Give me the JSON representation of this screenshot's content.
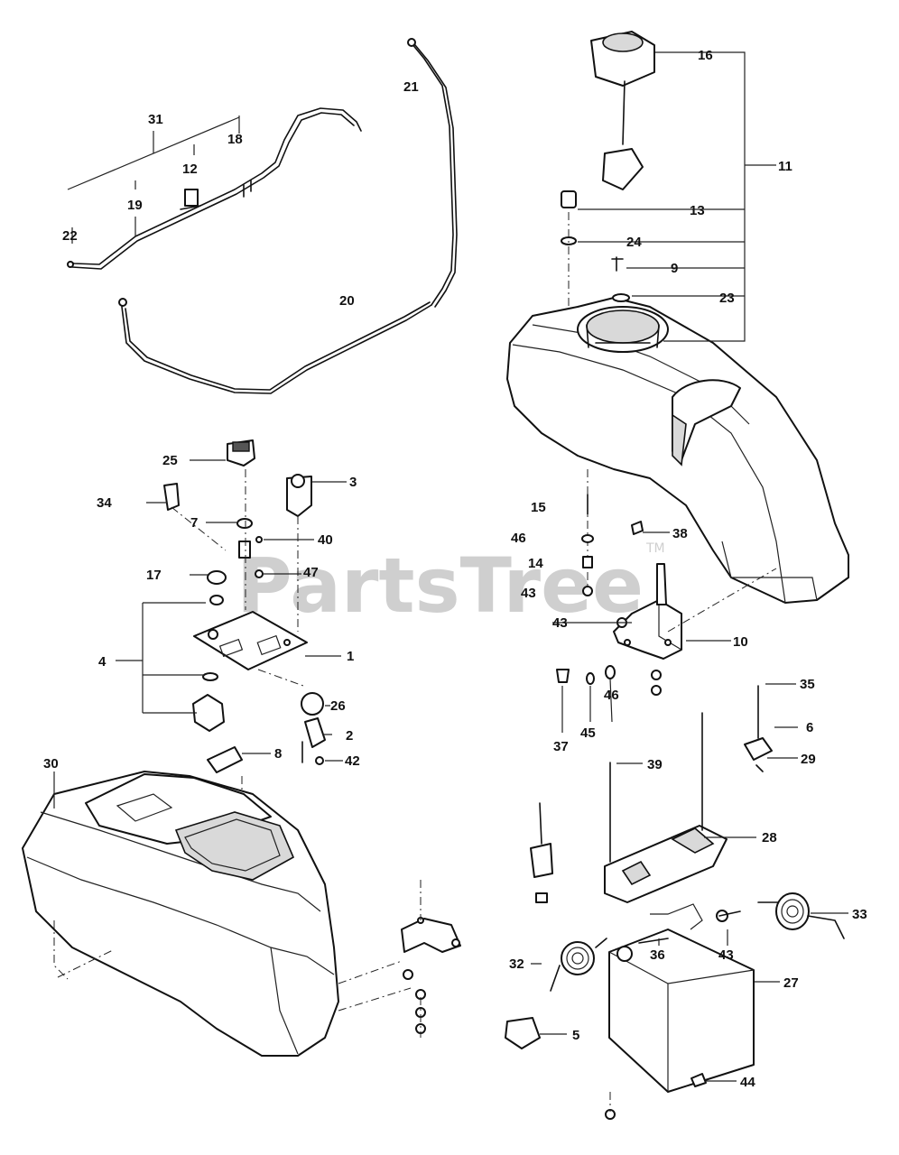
{
  "watermark": {
    "text": "PartsTree",
    "tm": "TM"
  },
  "callouts": {
    "c1": "1",
    "c2": "2",
    "c3": "3",
    "c4": "4",
    "c5": "5",
    "c6": "6",
    "c7": "7",
    "c8": "8",
    "c9": "9",
    "c10": "10",
    "c11": "11",
    "c12": "12",
    "c13": "13",
    "c14": "14",
    "c15": "15",
    "c16": "16",
    "c17": "17",
    "c18": "18",
    "c19": "19",
    "c20": "20",
    "c21": "21",
    "c22": "22",
    "c23": "23",
    "c24": "24",
    "c25": "25",
    "c26": "26",
    "c27": "27",
    "c28": "28",
    "c29": "29",
    "c30": "30",
    "c31": "31",
    "c32": "32",
    "c33": "33",
    "c34": "34",
    "c35": "35",
    "c36": "36",
    "c37": "37",
    "c38": "38",
    "c39": "39",
    "c40": "40",
    "c42": "42",
    "c43a": "43",
    "c43b": "43",
    "c43c": "43",
    "c44": "44",
    "c45": "45",
    "c46a": "46",
    "c46b": "46",
    "c47": "47"
  }
}
